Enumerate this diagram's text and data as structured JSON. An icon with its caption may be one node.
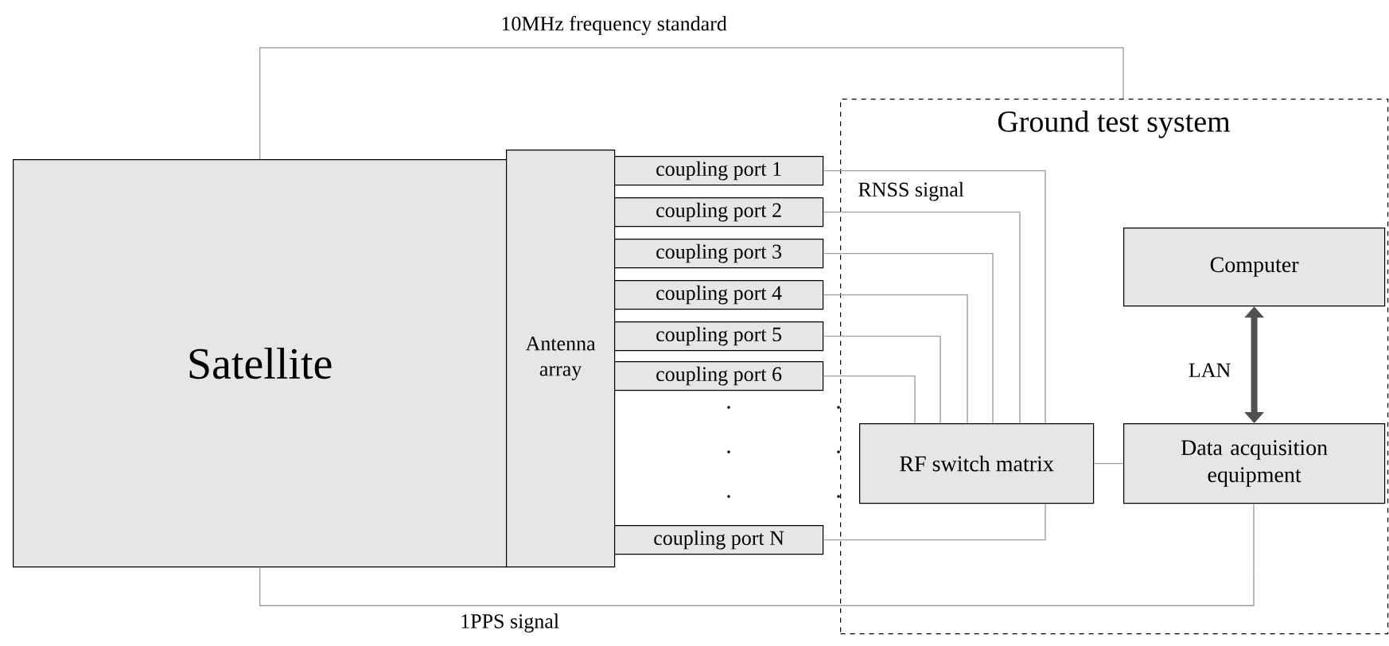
{
  "diagram": {
    "nodes": [
      {
        "text": [
          "Ground test system"
        ]
      },
      {
        "text": [
          "Satellite"
        ]
      },
      {
        "text": [
          "Antenna array"
        ]
      },
      {
        "text": [
          "coupling port 1"
        ]
      },
      {
        "text": [
          "coupling port 2"
        ]
      },
      {
        "text": [
          "coupling port 3"
        ]
      },
      {
        "text": [
          "coupling port 4"
        ]
      },
      {
        "text": [
          "coupling port 5"
        ]
      },
      {
        "text": [
          "coupling port 6"
        ]
      },
      {
        "text": [
          "coupling port N"
        ]
      },
      {
        "text": [
          "RF switch matrix"
        ],
        "in": 0
      },
      {
        "text": [
          "Computer"
        ],
        "in": 0
      },
      {
        "text": [
          "Data acquisition equipment"
        ],
        "in": 0
      }
    ],
    "edges": [
      {
        "from": 1,
        "to": 0,
        "arrow": "none",
        "label": "10MHz frequency standard"
      },
      {
        "from": 3,
        "to": 10,
        "arrow": "none",
        "label": "RNSS signal"
      },
      {
        "from": 4,
        "to": 10,
        "arrow": "none"
      },
      {
        "from": 5,
        "to": 10,
        "arrow": "none"
      },
      {
        "from": 6,
        "to": 10,
        "arrow": "none"
      },
      {
        "from": 7,
        "to": 10,
        "arrow": "none"
      },
      {
        "from": 8,
        "to": 10,
        "arrow": "none"
      },
      {
        "from": 9,
        "to": 10,
        "arrow": "none"
      },
      {
        "from": 10,
        "to": 12,
        "arrow": "none"
      },
      {
        "from": 11,
        "to": 12,
        "arrow": "both",
        "label": "LAN",
        "style": "thick",
        "color": "#505050"
      },
      {
        "from": 1,
        "to": 12,
        "arrow": "none",
        "label": "1PPS signal"
      }
    ]
  }
}
